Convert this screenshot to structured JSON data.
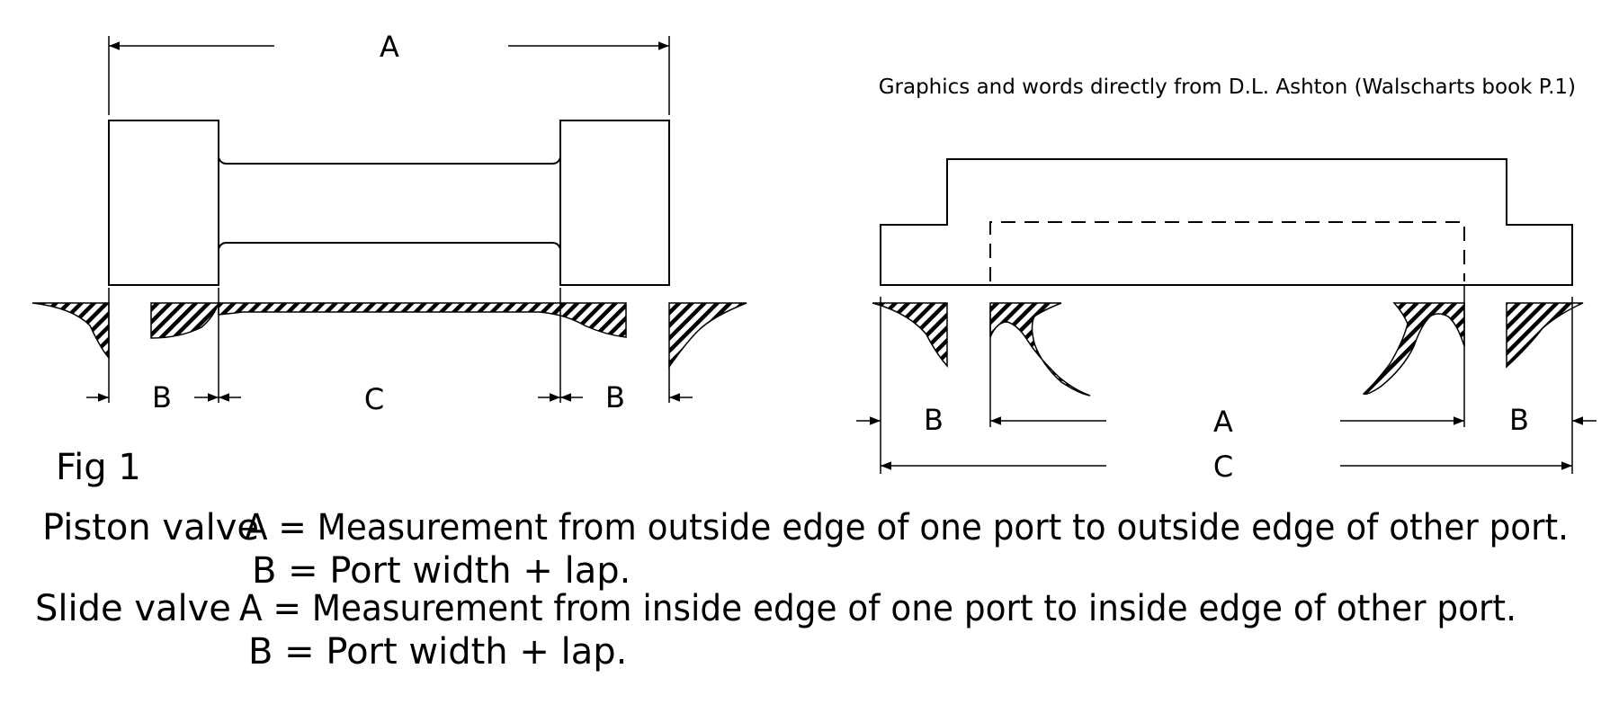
{
  "piston": {
    "label_a": "A",
    "label_b_left": "B",
    "label_c": "C",
    "label_b_right": "B"
  },
  "slide": {
    "label_b_left": "B",
    "label_a": "A",
    "label_b_right": "B",
    "label_c": "C"
  },
  "credit": "Graphics and words directly from D.L. Ashton (Walscharts book P.1)",
  "figure_label": "Fig 1",
  "captions": {
    "piston_name": "Piston valve",
    "piston_a": "A = Measurement from outside edge of one port to outside edge of other port.",
    "piston_b": "B = Port width + lap.",
    "slide_name": "Slide valve",
    "slide_a": "A = Measurement from inside edge of one port to inside edge of other port.",
    "slide_b": "B = Port width + lap."
  }
}
